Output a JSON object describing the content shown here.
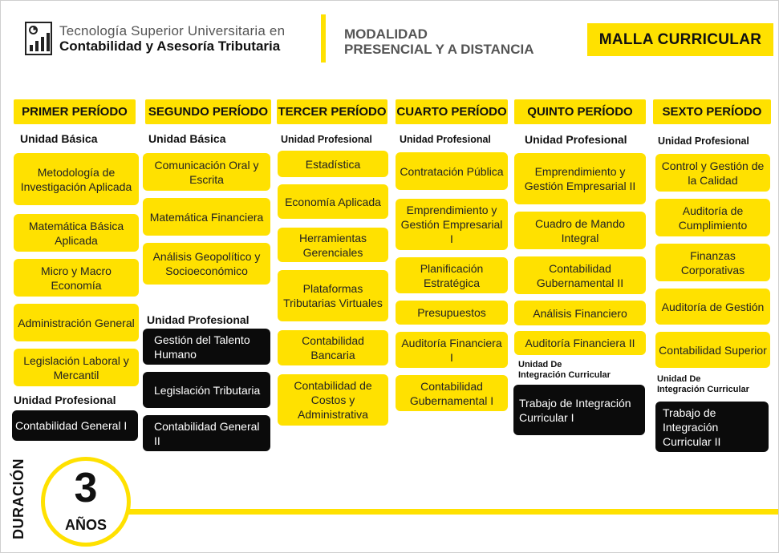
{
  "header": {
    "institution_line1": "Tecnología Superior Universitaria en",
    "institution_line2": "Contabilidad y Asesoría Tributaria",
    "modality_line1": "MODALIDAD",
    "modality_line2": "PRESENCIAL Y A DISTANCIA",
    "badge": "MALLA CURRICULAR",
    "logo_icon": "chart-report-icon"
  },
  "accent_color": "#FFE100",
  "dark_color": "#0b0b0b",
  "periods": [
    {
      "title": "PRIMER PERÍODO",
      "units": [
        {
          "label": "Unidad Básica",
          "subjects": [
            "Metodología de Investigación Aplicada",
            "Matemática Básica Aplicada",
            "Micro y Macro Economía",
            "Administración General",
            "Legislación Laboral y Mercantil"
          ]
        },
        {
          "label": "Unidad Profesional",
          "subjects": [
            "Contabilidad General I"
          ]
        }
      ]
    },
    {
      "title": "SEGUNDO PERÍODO",
      "units": [
        {
          "label": "Unidad Básica",
          "subjects": [
            "Comunicación Oral y Escrita",
            "Matemática Financiera",
            "Análisis Geopolítico y Socioeconómico"
          ]
        },
        {
          "label": "Unidad Profesional",
          "subjects": [
            "Gestión del Talento Humano",
            "Legislación Tributaria",
            "Contabilidad General II"
          ]
        }
      ]
    },
    {
      "title": "TERCER PERÍODO",
      "units": [
        {
          "label": "Unidad Profesional",
          "subjects": [
            "Estadística",
            "Economía Aplicada",
            "Herramientas Gerenciales",
            "Plataformas Tributarias Virtuales",
            "Contabilidad Bancaria",
            "Contabilidad de Costos y Administrativa"
          ]
        }
      ]
    },
    {
      "title": "CUARTO PERÍODO",
      "units": [
        {
          "label": "Unidad Profesional",
          "subjects": [
            "Contratación Pública",
            "Emprendimiento y Gestión Empresarial I",
            "Planificación Estratégica",
            "Presupuestos",
            "Auditoría Financiera I",
            "Contabilidad Gubernamental I"
          ]
        }
      ]
    },
    {
      "title": "QUINTO PERÍODO",
      "units": [
        {
          "label": "Unidad Profesional",
          "subjects": [
            "Emprendimiento y Gestión Empresarial II",
            "Cuadro de Mando Integral",
            "Contabilidad Gubernamental II",
            "Análisis Financiero",
            "Auditoría Financiera II"
          ]
        },
        {
          "label_line1": "Unidad De",
          "label_line2": "Integración Curricular",
          "subjects": [
            "Trabajo de Integración Curricular I"
          ]
        }
      ]
    },
    {
      "title": "SEXTO PERÍODO",
      "units": [
        {
          "label": "Unidad Profesional",
          "subjects": [
            "Control y Gestión de la Calidad",
            "Auditoría de Cumplimiento",
            "Finanzas Corporativas",
            "Auditoría de Gestión",
            "Contabilidad Superior"
          ]
        },
        {
          "label_line1": "Unidad De",
          "label_line2": "Integración Curricular",
          "subjects": [
            "Trabajo de Integración Curricular II"
          ]
        }
      ]
    }
  ],
  "duration": {
    "label": "DURACIÓN",
    "number": "3",
    "unit": "AÑOS"
  }
}
